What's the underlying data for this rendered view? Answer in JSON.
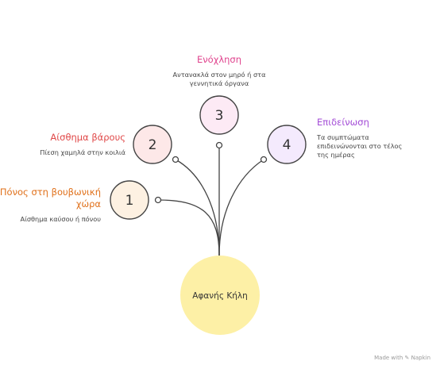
{
  "center": {
    "label": "Αφανής Κήλη",
    "color": "#fdf0a6"
  },
  "items": [
    {
      "number": "1",
      "title": "Πόνος στη βουβωνική χώρα",
      "description": "Αίσθημα καύσου ή πόνου",
      "title_color": "#e0701a",
      "fill": "#fdf1e2"
    },
    {
      "number": "2",
      "title": "Αίσθημα βάρους",
      "description": "Πίεση χαμηλά στην κοιλιά",
      "title_color": "#e04848",
      "fill": "#fde8e8"
    },
    {
      "number": "3",
      "title": "Ενόχληση",
      "description": "Αντανακλά στον μηρό ή στα γεννητικά όργανα",
      "title_color": "#e0448e",
      "fill": "#fdeaf5"
    },
    {
      "number": "4",
      "title": "Επιδείνωση",
      "description": "Τα συμπτώματα επιδεινώνονται στο τέλος της ημέρας",
      "title_color": "#a24ad6",
      "fill": "#f4eafd"
    }
  ],
  "footer": "Made with ✎ Napkin"
}
